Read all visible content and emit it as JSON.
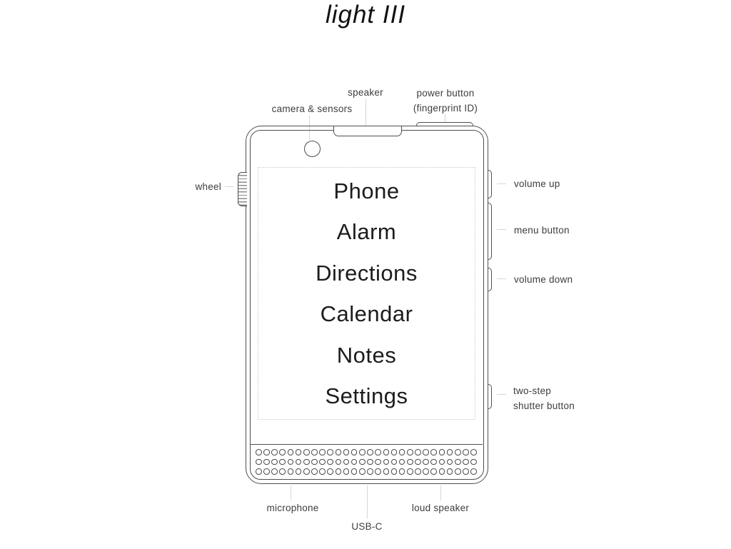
{
  "title": "light III",
  "phone": {
    "screen": {
      "menu_items": [
        "Phone",
        "Alarm",
        "Directions",
        "Calendar",
        "Notes",
        "Settings"
      ]
    },
    "grille": {
      "rows": 3,
      "cols": 28
    }
  },
  "annotations": {
    "top": [
      {
        "id": "camera-sensors",
        "label": "camera & sensors"
      },
      {
        "id": "speaker",
        "label": "speaker"
      },
      {
        "id": "power-button",
        "label": "power button",
        "label2": "(fingerprint ID)"
      }
    ],
    "left": [
      {
        "id": "wheel",
        "label": "wheel"
      }
    ],
    "right": [
      {
        "id": "volume-up",
        "label": "volume up"
      },
      {
        "id": "menu-button",
        "label": "menu button"
      },
      {
        "id": "volume-down",
        "label": "volume down"
      },
      {
        "id": "shutter",
        "label": "two-step",
        "label2": "shutter button"
      }
    ],
    "bottom": [
      {
        "id": "microphone",
        "label": "microphone"
      },
      {
        "id": "usb-c",
        "label": "USB-C"
      },
      {
        "id": "loud-speaker",
        "label": "loud speaker"
      }
    ]
  },
  "colors": {
    "outline": "#4f4f4f",
    "label_text": "#3d3d3d",
    "menu_text": "#1c1c1c",
    "title_text": "#111111",
    "connector": "#d6d6d6",
    "screen_border": "#c9c9c9",
    "background": "#ffffff"
  }
}
